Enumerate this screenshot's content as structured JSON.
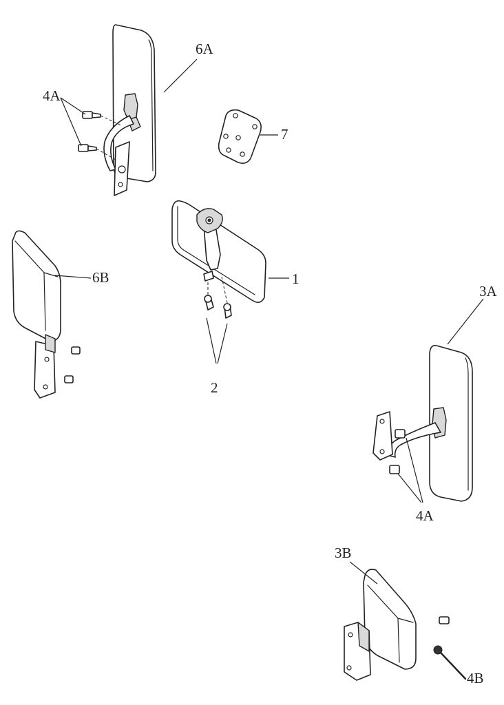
{
  "callouts": {
    "c6A": "6A",
    "c4A_top": "4A",
    "c7": "7",
    "c6B": "6B",
    "c1": "1",
    "c2": "2",
    "c3A": "3A",
    "c4A_bottom": "4A",
    "c3B": "3B",
    "c4B": "4B"
  }
}
